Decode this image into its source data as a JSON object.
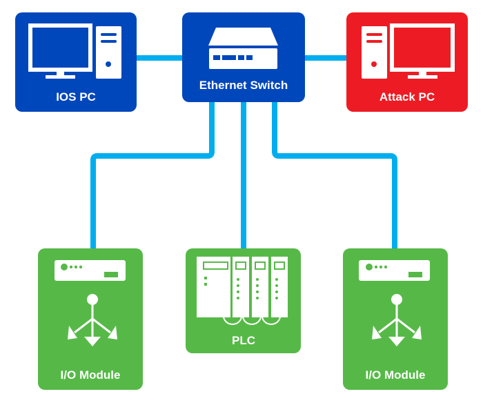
{
  "diagram": {
    "title": "Industrial control network with attack PC",
    "colors": {
      "workstation": "#0047BB",
      "attacker": "#ED1C24",
      "field_device": "#56B947",
      "link": "#00AEEF",
      "icon": "#FFFFFF"
    },
    "nodes": {
      "ios_pc": {
        "label": "IOS PC",
        "type": "workstation",
        "icon": "desktop-computer-icon"
      },
      "switch": {
        "label": "Ethernet Switch",
        "type": "network-switch",
        "icon": "network-switch-icon"
      },
      "attack_pc": {
        "label": "Attack PC",
        "type": "attacker",
        "icon": "desktop-computer-icon"
      },
      "io_module_left": {
        "label": "I/O Module",
        "type": "field-device",
        "icon": "io-module-icon"
      },
      "plc": {
        "label": "PLC",
        "type": "field-device",
        "icon": "plc-rack-icon"
      },
      "io_module_right": {
        "label": "I/O Module",
        "type": "field-device",
        "icon": "io-module-icon"
      }
    },
    "links": [
      {
        "from": "ios_pc",
        "to": "switch"
      },
      {
        "from": "switch",
        "to": "attack_pc"
      },
      {
        "from": "switch",
        "to": "io_module_left"
      },
      {
        "from": "switch",
        "to": "plc"
      },
      {
        "from": "switch",
        "to": "io_module_right"
      }
    ]
  }
}
